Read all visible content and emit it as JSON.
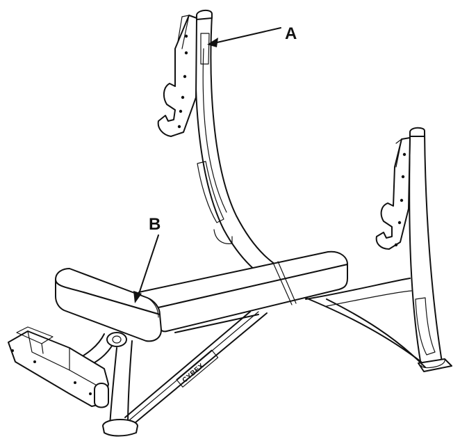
{
  "callouts": {
    "a_label": "A",
    "b_label": "B"
  },
  "brand_label": "CYBEX",
  "colors": {
    "line": "#111111",
    "background": "#ffffff"
  }
}
